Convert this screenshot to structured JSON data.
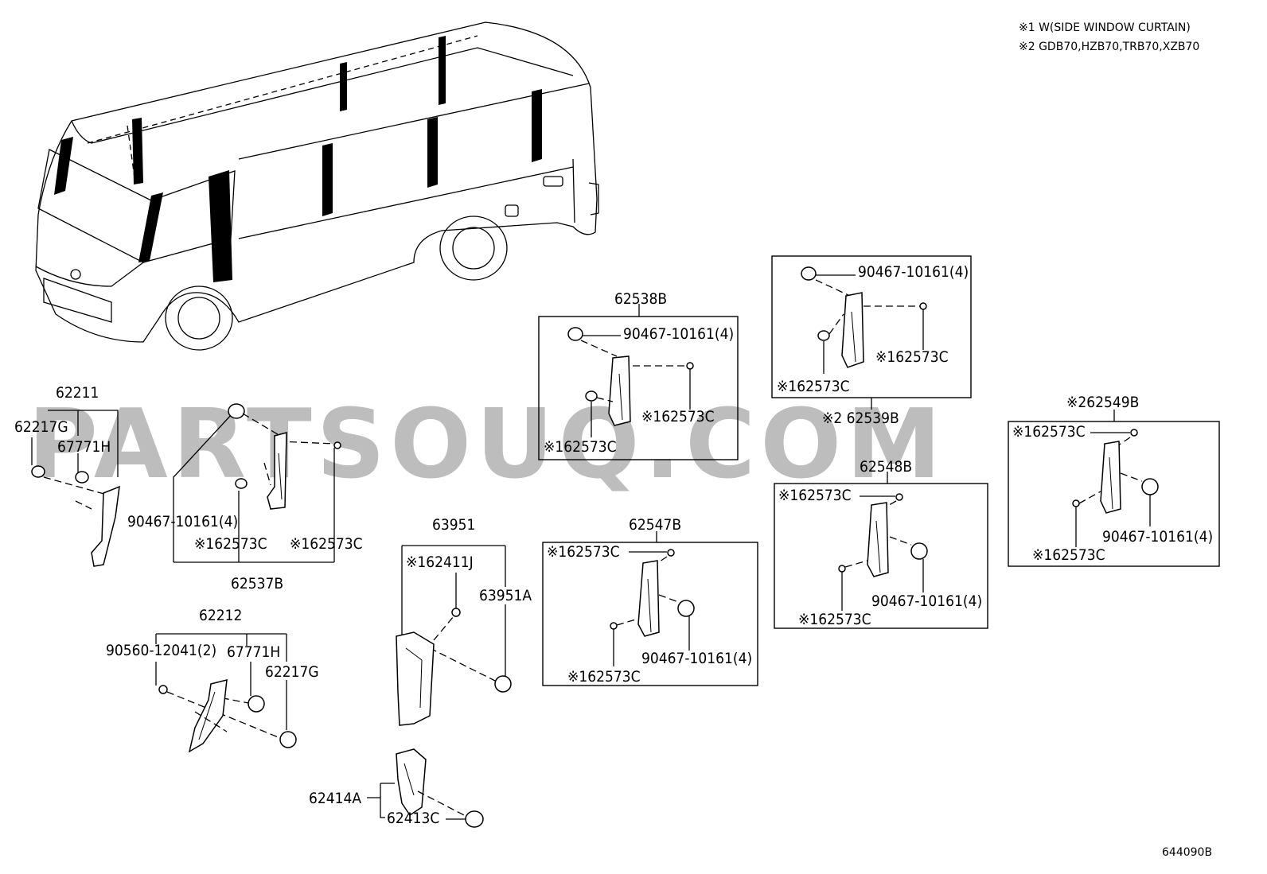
{
  "notes": [
    "※1 W(SIDE WINDOW CURTAIN)",
    "※2 GDB70,HZB70,TRB70,XZB70"
  ],
  "watermark": "PARTSOUQ.COM",
  "diagram_code": "644090B",
  "parts": {
    "p62211": "62211",
    "p62217G_a": "62217G",
    "p67771H_a": "67771H",
    "p62537B": "62537B",
    "p90467_a": "90467-10161(4)",
    "p62573C_a": "※162573C",
    "p62573C_b": "※162573C",
    "p62538B": "62538B",
    "p90467_b": "90467-10161(4)",
    "p62573C_c": "※162573C",
    "p62573C_d": "※162573C",
    "p90467_c": "90467-10161(4)",
    "p62573C_e": "※162573C",
    "p62573C_f": "※162573C",
    "p62539B": "※2 62539B",
    "p62549B": "※262549B",
    "p62573C_g": "※162573C",
    "p90467_d": "90467-10161(4)",
    "p62573C_h": "※162573C",
    "p62548B": "62548B",
    "p62573C_i": "※162573C",
    "p90467_e": "90467-10161(4)",
    "p62573C_j": "※162573C",
    "p62547B": "62547B",
    "p62573C_k": "※162573C",
    "p90467_f": "90467-10161(4)",
    "p62573C_l": "※162573C",
    "p63951": "63951",
    "p62411J": "※162411J",
    "p63951A": "63951A",
    "p62212": "62212",
    "p90560": "90560-12041(2)",
    "p67771H_b": "67771H",
    "p62217G_b": "62217G",
    "p62414A": "62414A",
    "p62413C": "62413C"
  }
}
